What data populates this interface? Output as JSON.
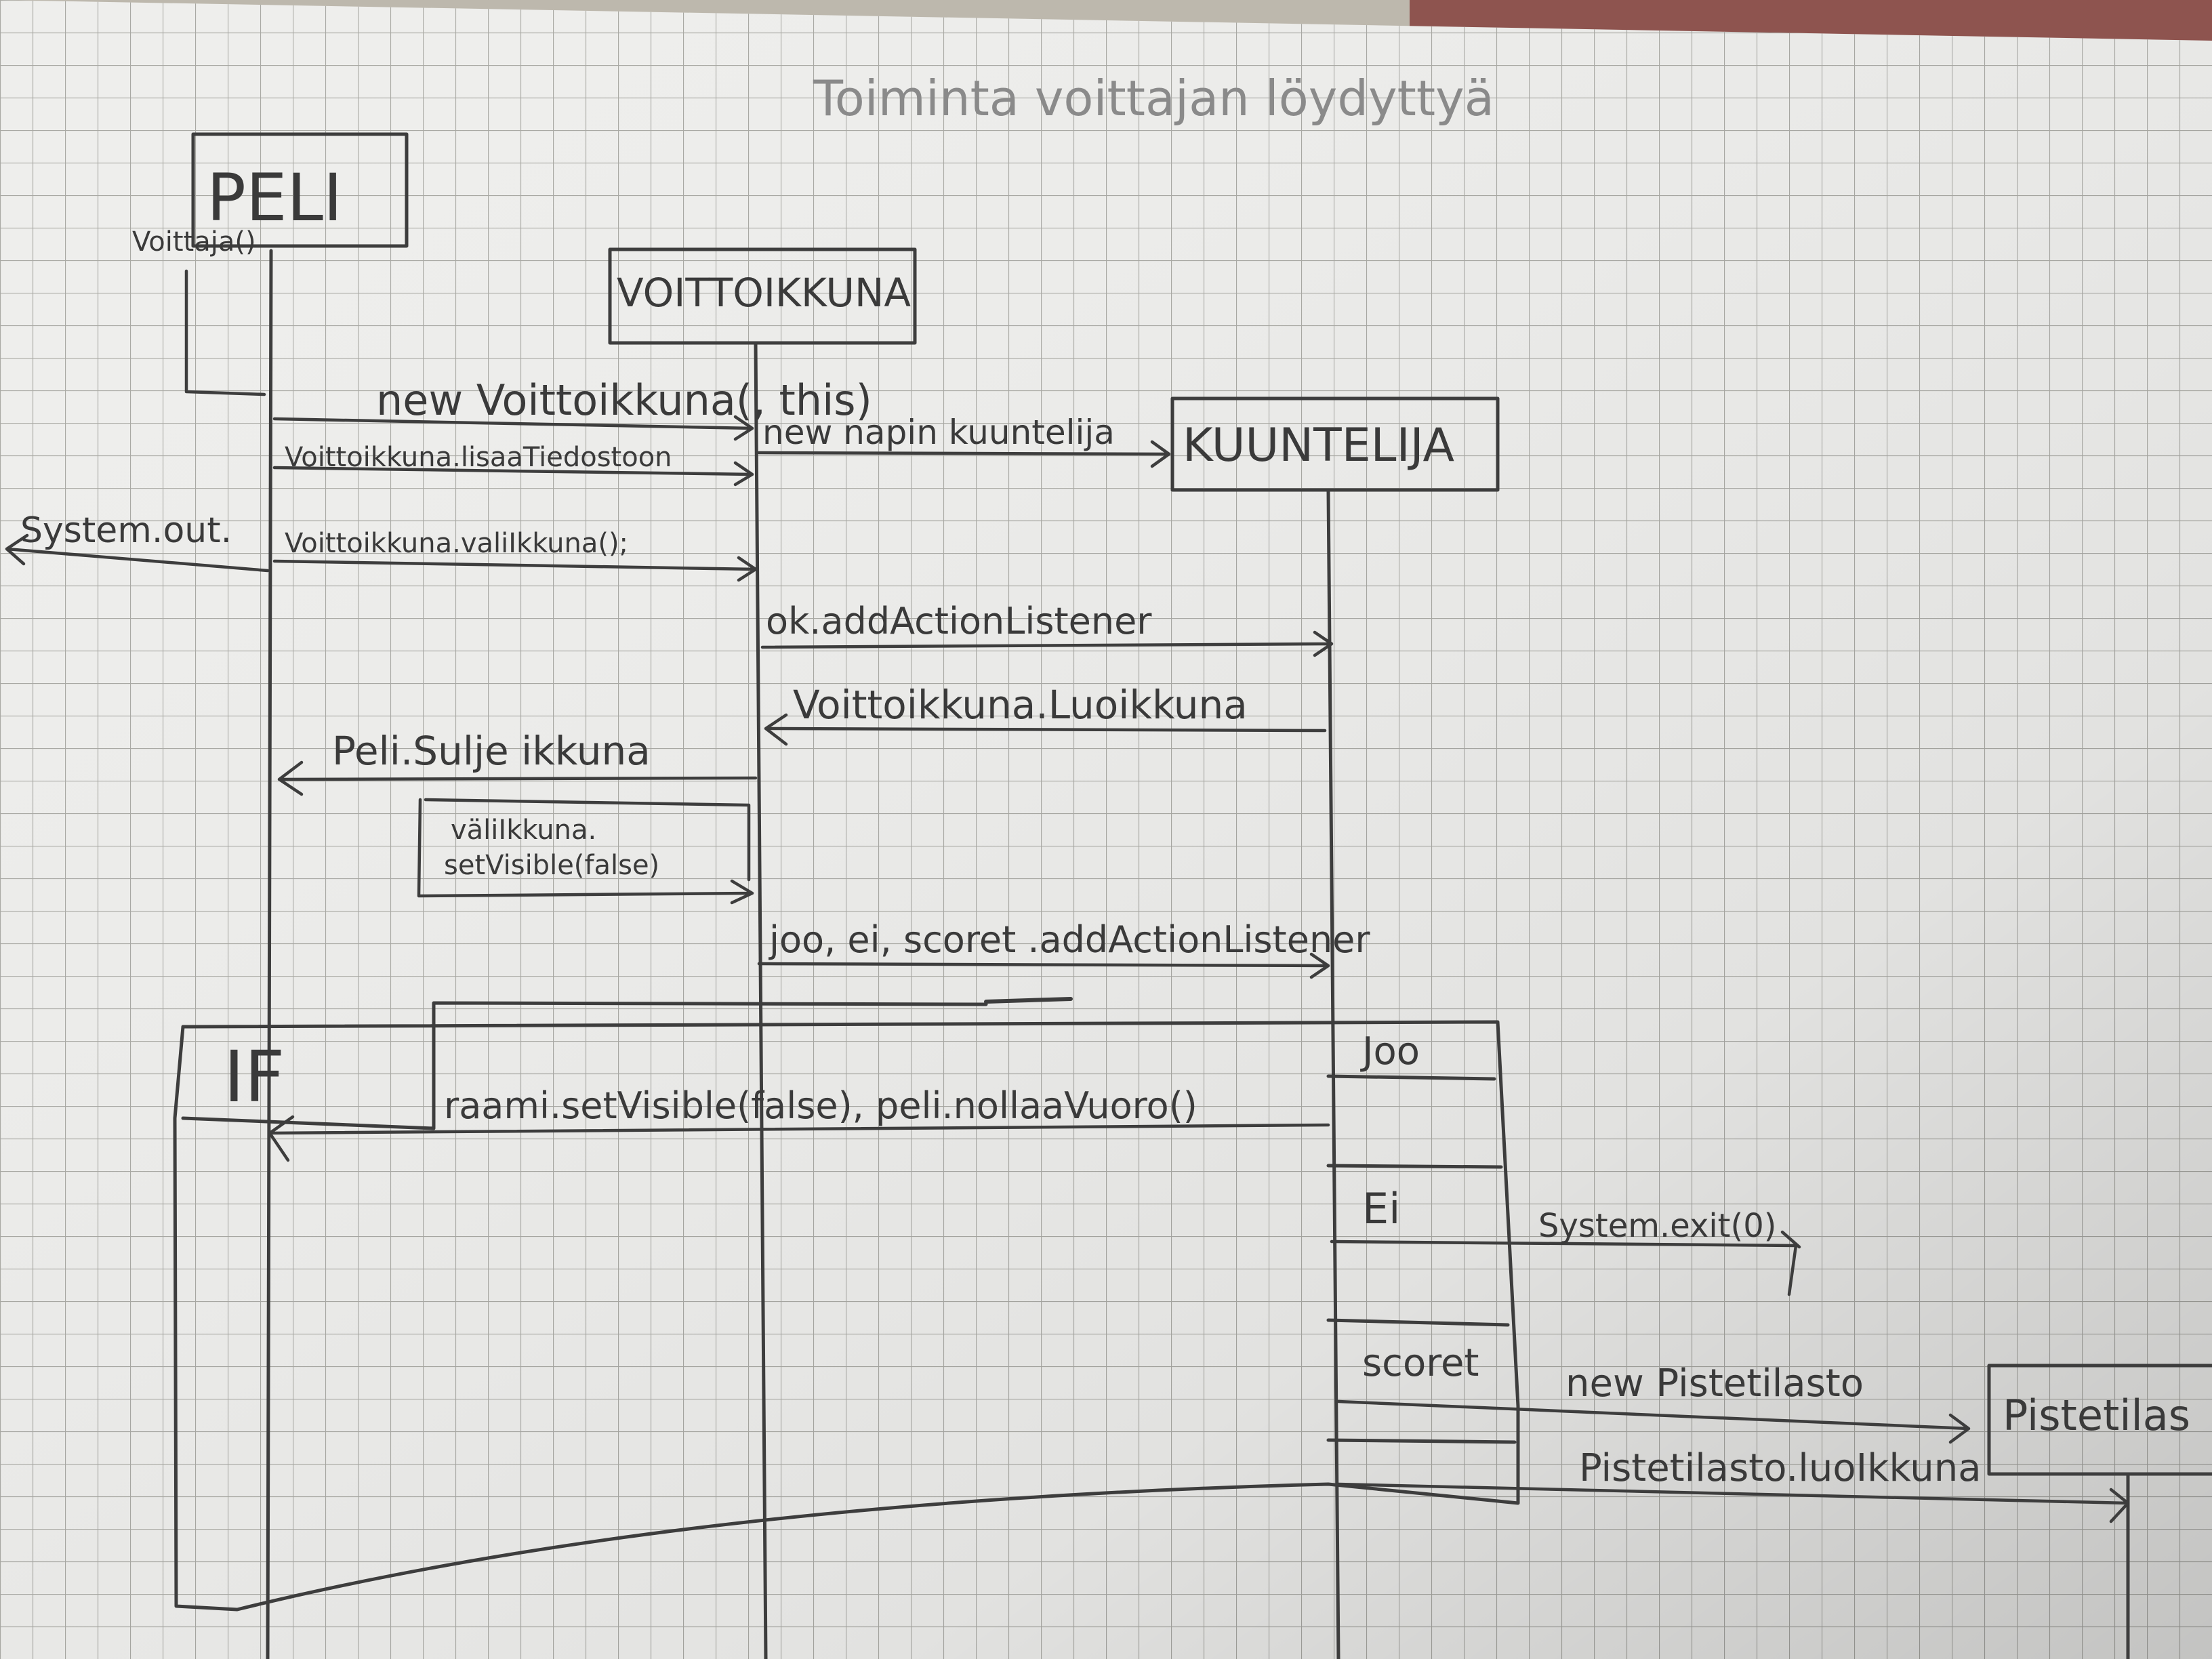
{
  "title": "Toiminta voittajan löydyttyä",
  "participants": {
    "peli": "PELI",
    "voittoikkuna": "VOITTOIKKUNA",
    "kuuntelija": "KUUNTELIJA",
    "pistetilasto": "Pistetilas"
  },
  "activation_label": "Voittaja()",
  "messages": {
    "m1": "new Voittoikkuna(, this)",
    "m2": "Voittoikkuna.lisaaTiedostoon",
    "m3": "new napin kuuntelija",
    "m4": "System.out.",
    "m5": "Voittoikkuna.valiIkkuna();",
    "m6": "ok.addActionListener",
    "m7": "Voittoikkuna.Luoikkuna",
    "m8": "Peli.Sulje ikkuna",
    "m9a": "väliIkkuna.",
    "m9b": "setVisible(false)",
    "m10": "joo, ei, scoret .addActionListener",
    "m11": "raami.setVisible(false), peli.nollaaVuoro()",
    "m12": "System.exit(0)",
    "m13": "new Pistetilasto",
    "m14": "Pistetilasto.luoIkkuna"
  },
  "fragment": {
    "operator": "IF",
    "guards": [
      "Joo",
      "Ei",
      "scoret"
    ]
  }
}
